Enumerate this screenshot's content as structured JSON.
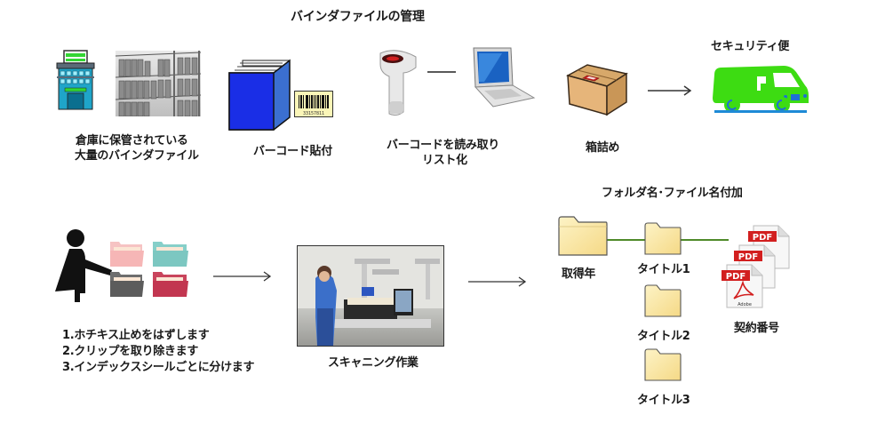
{
  "title": "バインダファイルの管理",
  "top_row": {
    "warehouse_label_line1": "倉庫に保管されている",
    "warehouse_label_line2": "大量のバインダファイル",
    "barcode_label": "バーコード貼付",
    "scan_label_line1": "バーコードを読み取り",
    "scan_label_line2": "リスト化",
    "box_label": "箱詰め",
    "truck_label": "セキュリティ便",
    "barcode_number": "33157811"
  },
  "bottom_row": {
    "steps": [
      "1.ホチキス止めをはずします",
      "2.クリップを取り除きます",
      "3.インデックスシールごとに分けます"
    ],
    "scanning_label": "スキャニング作業",
    "naming_heading": "フォルダ名･ファイル名付加",
    "year_folder_label": "取得年",
    "title_folders": [
      "タイトル1",
      "タイトル2",
      "タイトル3"
    ],
    "pdf_badge": "PDF",
    "pdf_brand": "Adobe",
    "contract_label": "契約番号"
  },
  "colors": {
    "truck_green": "#3ddc12",
    "road_blue": "#1e8ad6",
    "binder_blue": "#1a2ee6",
    "folder_yellow": "#fbe9a8",
    "connector_green": "#4f8a2a",
    "pdf_red": "#d21f1f"
  }
}
